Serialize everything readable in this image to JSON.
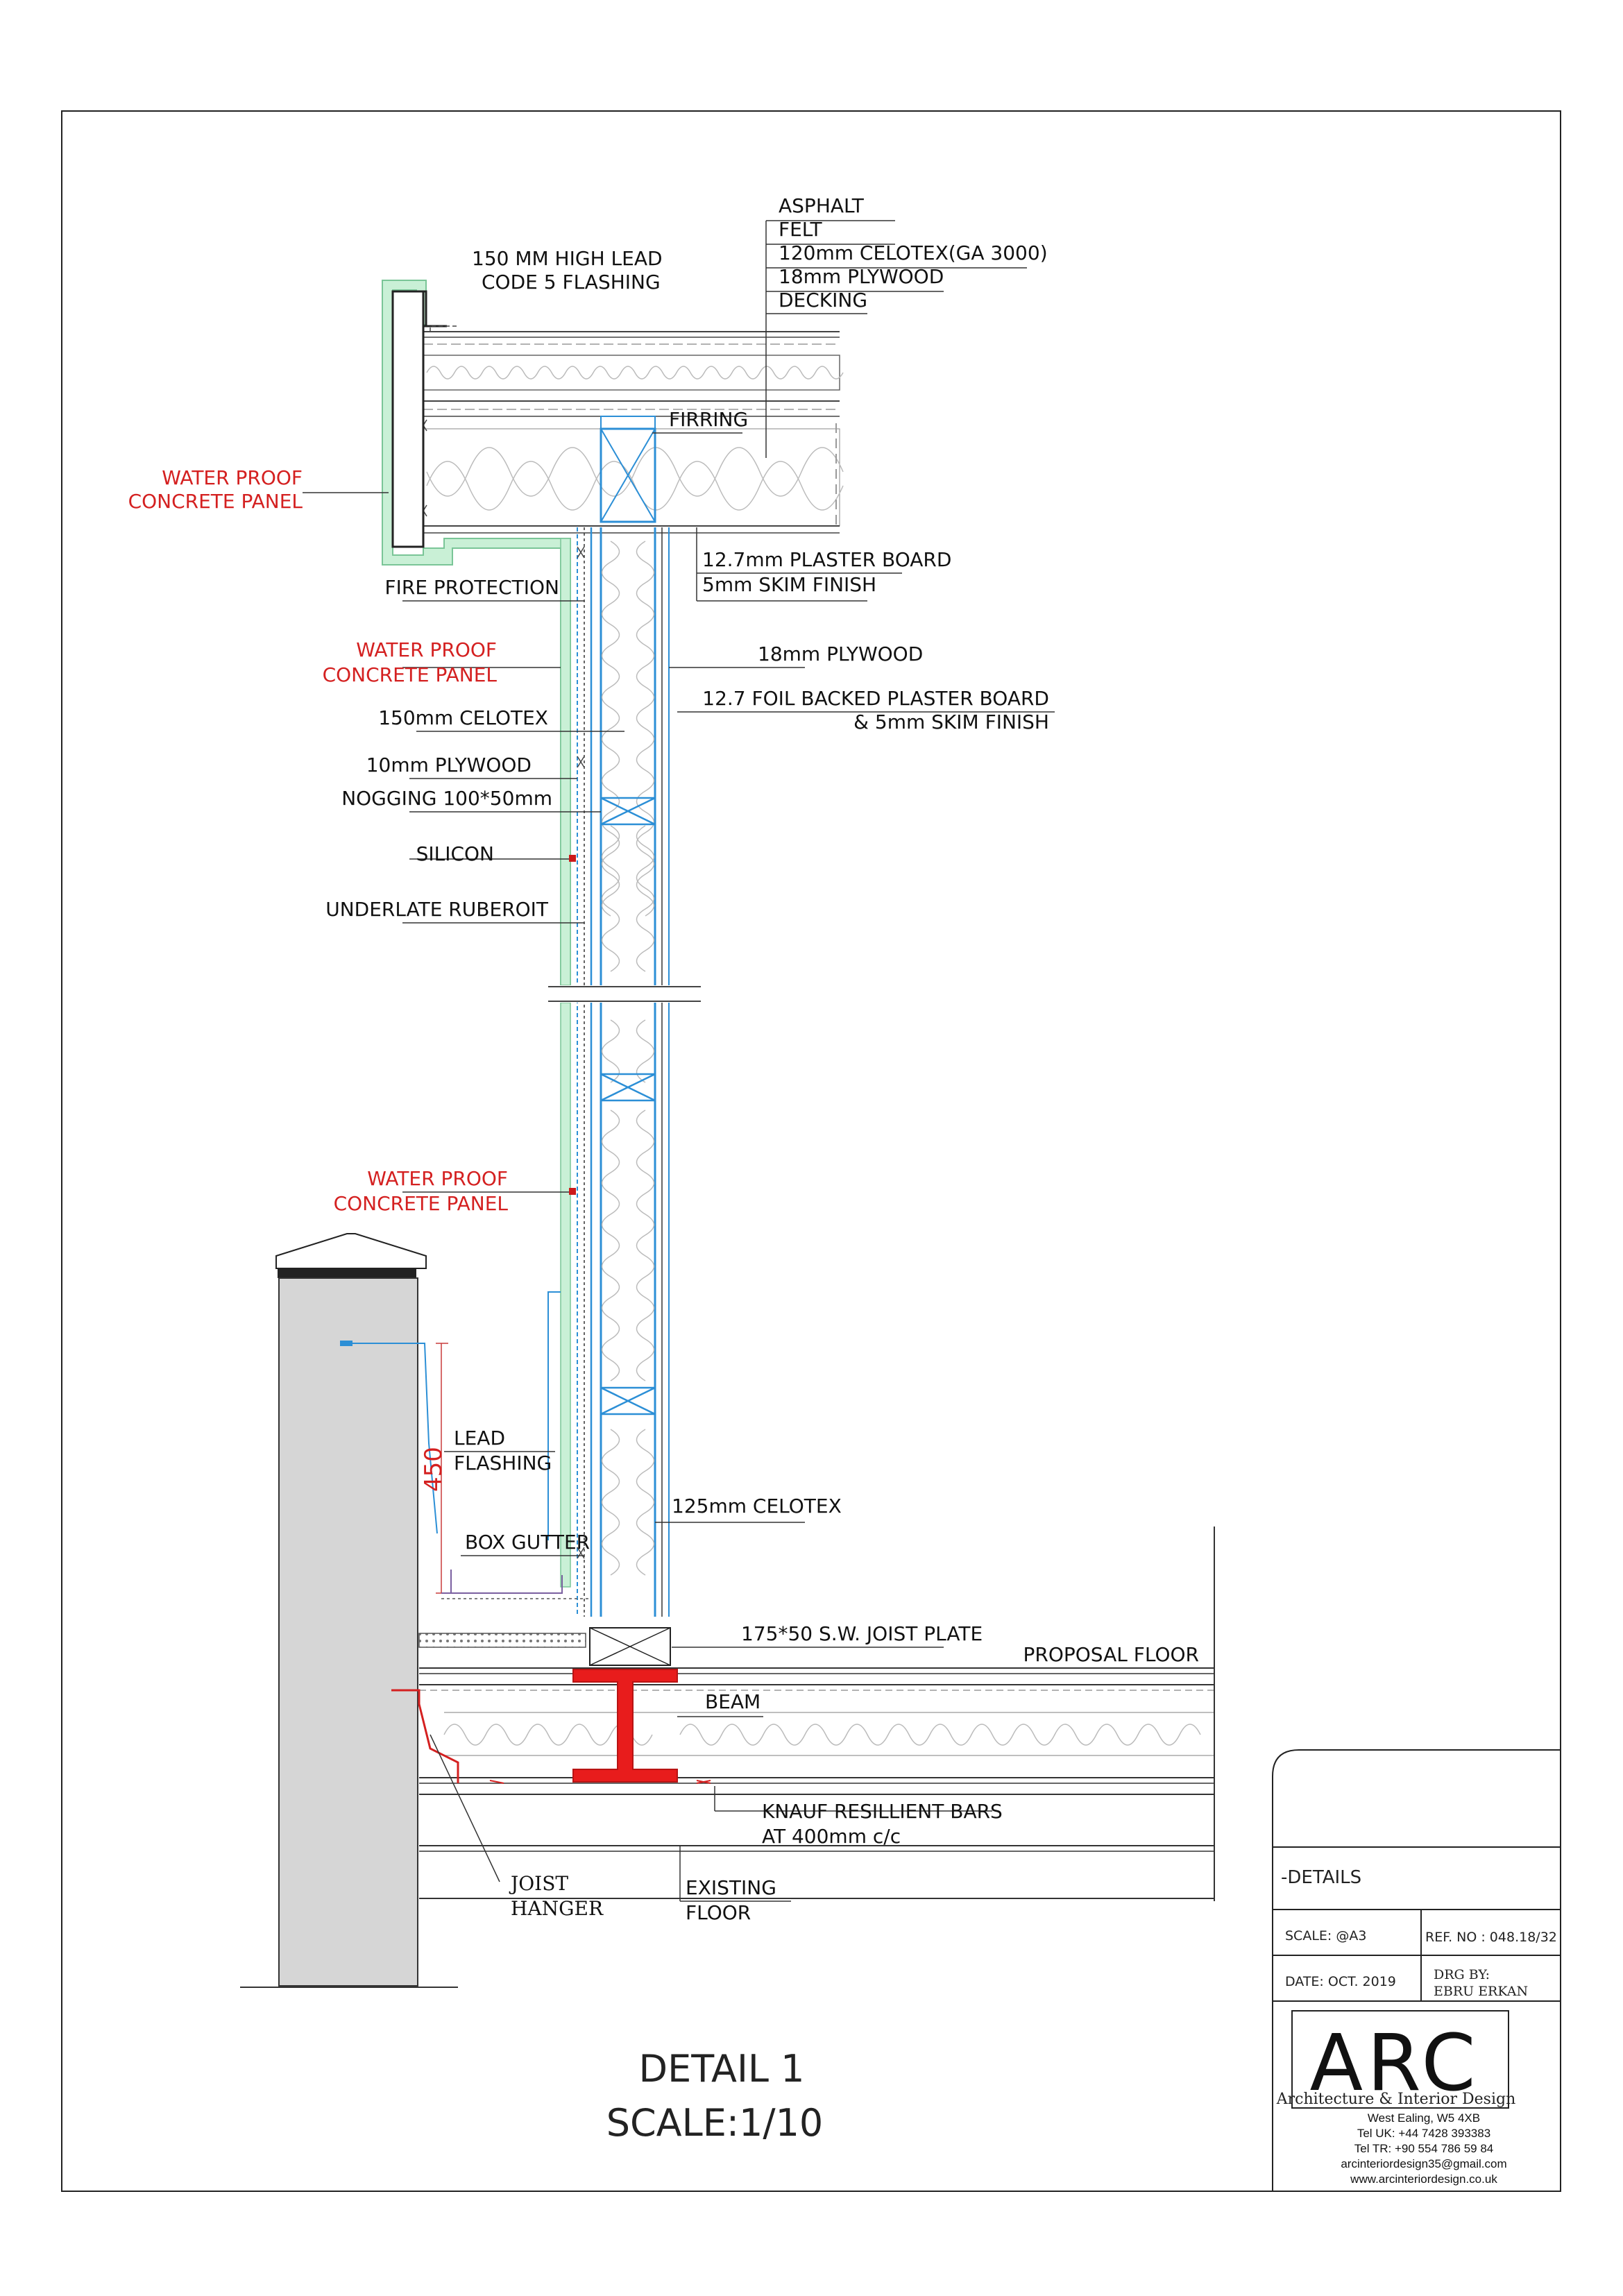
{
  "labels": {
    "asphalt": "ASPHALT",
    "felt": "FELT",
    "celotex120": "120mm CELOTEX(GA 3000)",
    "plywood18_roof": "18mm PLYWOOD",
    "decking": "DECKING",
    "flashing_line1": "150 MM HIGH LEAD",
    "flashing_line2": "CODE 5 FLASHING",
    "wpcp1_line1": "WATER PROOF",
    "wpcp1_line2": "CONCRETE PANEL",
    "firring": "FIRRING",
    "plaster127_line1": "12.7mm PLASTER BOARD",
    "plaster127_line2": "5mm SKIM FINISH",
    "fire_protection": "FIRE PROTECTION",
    "wpcp2_line1": "WATER PROOF",
    "wpcp2_line2": "CONCRETE PANEL",
    "plywood18_wall": "18mm PLYWOOD",
    "foil_line1": "12.7 FOIL BACKED PLASTER BOARD",
    "foil_line2": "& 5mm SKIM FINISH",
    "celotex150": "150mm CELOTEX",
    "plywood10": "10mm PLYWOOD",
    "nogging": "NOGGING 100*50mm",
    "silicon": "SILICON",
    "underlate": "UNDERLATE RUBEROIT",
    "wpcp3_line1": "WATER PROOF",
    "wpcp3_line2": "CONCRETE PANEL",
    "dim450": "450",
    "lead_line1": "LEAD",
    "lead_line2": "FLASHING",
    "celotex125": "125mm CELOTEX",
    "box_gutter": "BOX GUTTER",
    "joist_plate": "175*50  S.W.  JOIST PLATE",
    "proposal_floor": "PROPOSAL FLOOR",
    "beam": "BEAM",
    "knauf_line1": "KNAUF RESILLIENT BARS",
    "knauf_line2": "AT 400mm c/c",
    "joist_line1": "JOIST",
    "joist_line2": "HANGER",
    "existing_line1": "EXISTING",
    "existing_line2": "FLOOR"
  },
  "title": {
    "line1": "DETAIL 1",
    "line2": "SCALE:1/10"
  },
  "title_block": {
    "details": "-DETAILS",
    "scale": "SCALE:  @A3",
    "ref": "REF. NO :  048.18/32",
    "date": "DATE:  OCT. 2019",
    "drg_line1": "DRG BY:",
    "drg_line2": "EBRU ERKAN",
    "logo": "ARC",
    "logo_sub": "Architecture & Interior Design",
    "address": "West Ealing, W5 4XB",
    "tel_uk": "Tel UK: +44 7428 393383",
    "tel_tr": "Tel TR: +90 554 786 59 84",
    "email": "arcinteriordesign35@gmail.com",
    "web": "www.arcinteriordesign.co.uk"
  },
  "colors": {
    "red_label": "#d42020",
    "concrete_panel": "#c9f0d6",
    "timber_blue": "#2c8fd6",
    "beam_red": "#e81c1c",
    "wall_grey": "#d6d6d6"
  }
}
